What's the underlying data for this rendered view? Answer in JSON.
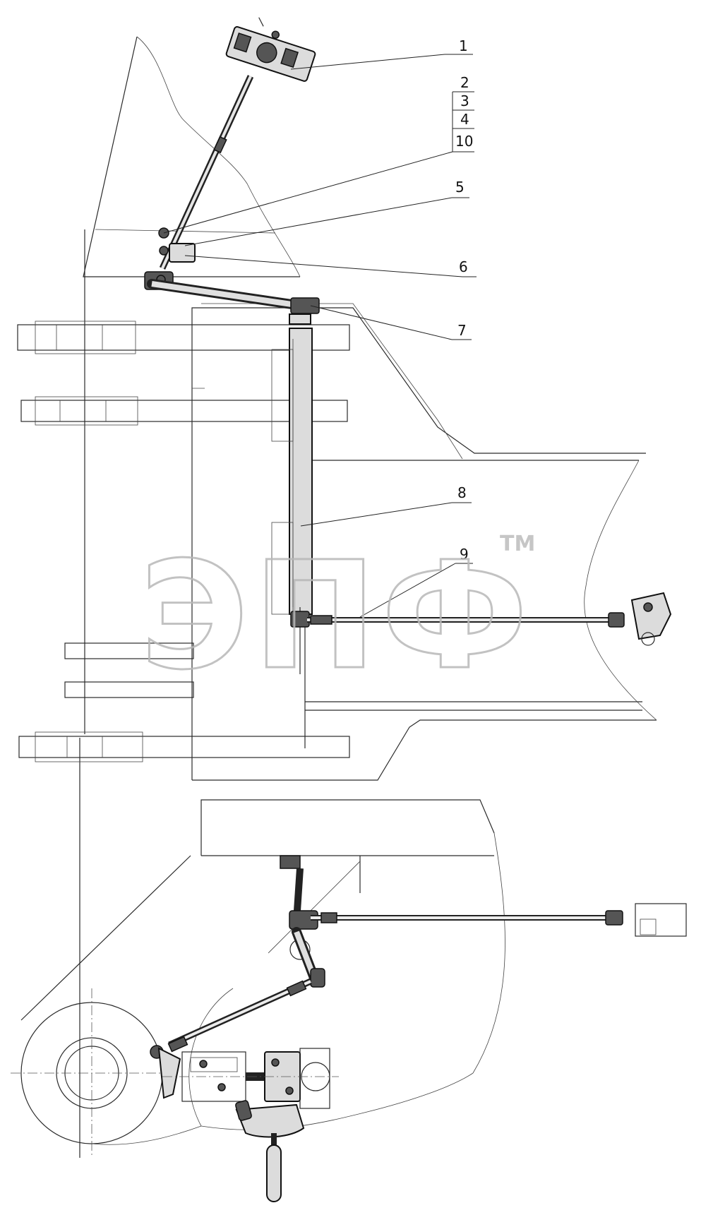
{
  "diagram": {
    "callouts": [
      {
        "id": "c1",
        "text": "1"
      },
      {
        "id": "c2",
        "text": "2"
      },
      {
        "id": "c3",
        "text": "3"
      },
      {
        "id": "c4",
        "text": "4"
      },
      {
        "id": "c10",
        "text": "10"
      },
      {
        "id": "c5",
        "text": "5"
      },
      {
        "id": "c6",
        "text": "6"
      },
      {
        "id": "c7",
        "text": "7"
      },
      {
        "id": "c8",
        "text": "8"
      },
      {
        "id": "c9",
        "text": "9"
      }
    ],
    "watermark": {
      "logo_text": "ЭПФ",
      "trademark": "TM"
    }
  }
}
